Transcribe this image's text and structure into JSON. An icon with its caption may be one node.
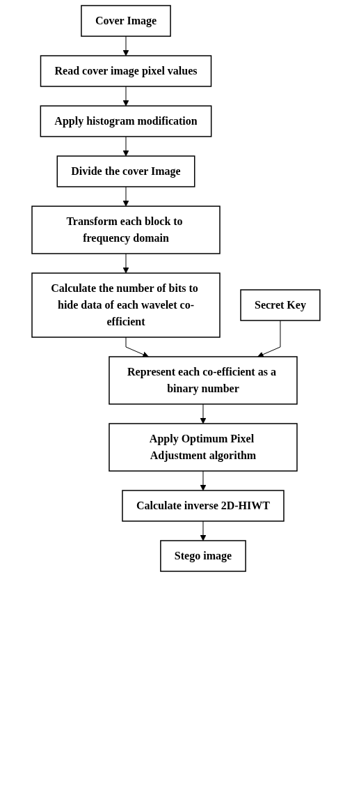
{
  "diagram": {
    "nodes": [
      {
        "text": [
          "Cover Image"
        ]
      },
      {
        "text": [
          "Read cover image pixel values"
        ]
      },
      {
        "text": [
          "Apply histogram modification"
        ]
      },
      {
        "text": [
          "Divide the cover Image"
        ]
      },
      {
        "text": [
          "Transform each block to frequency domain"
        ]
      },
      {
        "text": [
          "Calculate the number of bits to hide data of each wavelet co-efficient"
        ]
      },
      {
        "text": [
          "Represent each co-efficient as a binary number"
        ]
      },
      {
        "text": [
          "Secret Key"
        ]
      },
      {
        "text": [
          "Apply Optimum Pixel Adjustment algorithm"
        ]
      },
      {
        "text": [
          "Calculate inverse 2D-HIWT"
        ]
      },
      {
        "text": [
          "Stego image"
        ]
      }
    ],
    "edges": [
      {
        "from": 0,
        "to": 1,
        "arrow": "to"
      },
      {
        "from": 1,
        "to": 2,
        "arrow": "to"
      },
      {
        "from": 2,
        "to": 3,
        "arrow": "to"
      },
      {
        "from": 3,
        "to": 4,
        "arrow": "to"
      },
      {
        "from": 4,
        "to": 5,
        "arrow": "to"
      },
      {
        "from": 5,
        "to": 6,
        "arrow": "to"
      },
      {
        "from": 7,
        "to": 6,
        "arrow": "to"
      },
      {
        "from": 6,
        "to": 8,
        "arrow": "to"
      },
      {
        "from": 8,
        "to": 9,
        "arrow": "to"
      },
      {
        "from": 9,
        "to": 10,
        "arrow": "to"
      }
    ]
  }
}
